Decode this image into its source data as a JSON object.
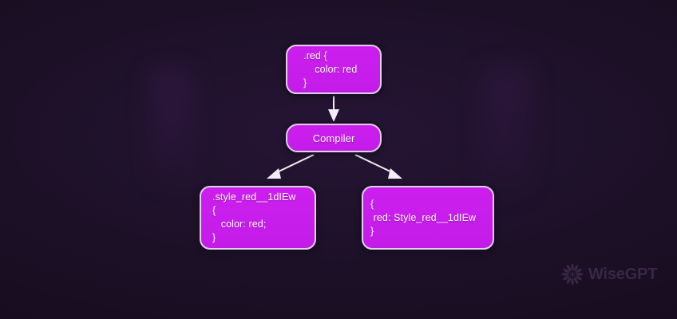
{
  "background": {
    "base_color": "#1c1026",
    "accent_color": "#cc1fef",
    "border_color": "#ded2e8",
    "text_color": "#ffffff"
  },
  "diagram": {
    "nodes": [
      {
        "id": "source",
        "name": "source-css-node",
        "lines": [
          ".red {",
          "    color: red",
          "}"
        ]
      },
      {
        "id": "compiler",
        "name": "compiler-node",
        "lines": [
          "Compiler"
        ]
      },
      {
        "id": "css",
        "name": "compiled-css-node",
        "lines": [
          ".style_red__1dIEw",
          "{",
          "   color: red;",
          "}"
        ]
      },
      {
        "id": "map",
        "name": "class-mapping-node",
        "lines": [
          "{",
          " red: Style_red__1dIEw",
          "}"
        ]
      }
    ],
    "edges": [
      {
        "name": "arrow-source-to-compiler",
        "from": "source",
        "to": "compiler"
      },
      {
        "name": "arrow-compiler-to-css",
        "from": "compiler",
        "to": "css"
      },
      {
        "name": "arrow-compiler-to-map",
        "from": "compiler",
        "to": "map"
      }
    ]
  },
  "logo": {
    "icon": "sunburst-icon",
    "wordmark": "WiseGPT",
    "color": "#3a2746"
  }
}
